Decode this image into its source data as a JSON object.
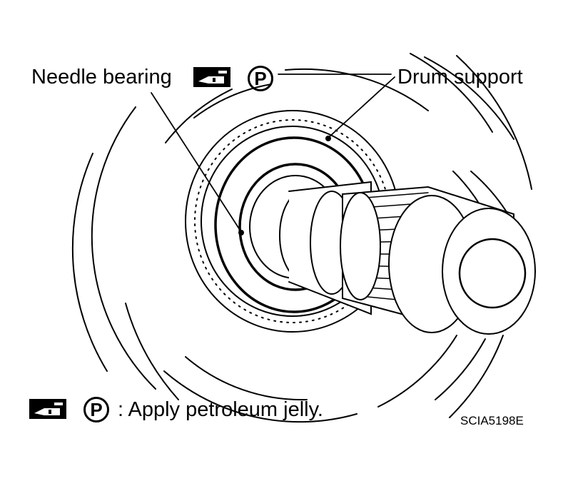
{
  "callouts": {
    "needle_bearing": "Needle bearing",
    "drum_support": "Drum support"
  },
  "legend": {
    "symbol": "P",
    "text": ": Apply petroleum jelly."
  },
  "figure_code": "SCIA5198E",
  "icons": {
    "grease_tool": "grease-applicator-icon",
    "petroleum_jelly": "circled-p-icon"
  },
  "colors": {
    "ink": "#000000",
    "background": "#ffffff"
  }
}
